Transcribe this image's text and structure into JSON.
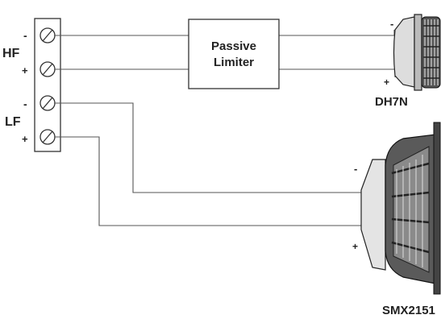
{
  "terminal_block": {
    "hf_label": "HF",
    "lf_label": "LF",
    "polarity": [
      "-",
      "+",
      "-",
      "+"
    ]
  },
  "limiter": {
    "line1": "Passive",
    "line2": "Limiter"
  },
  "tweeter": {
    "name": "DH7N",
    "minus": "-",
    "plus": "+"
  },
  "woofer": {
    "name": "SMX2151",
    "minus": "-",
    "plus": "+"
  }
}
